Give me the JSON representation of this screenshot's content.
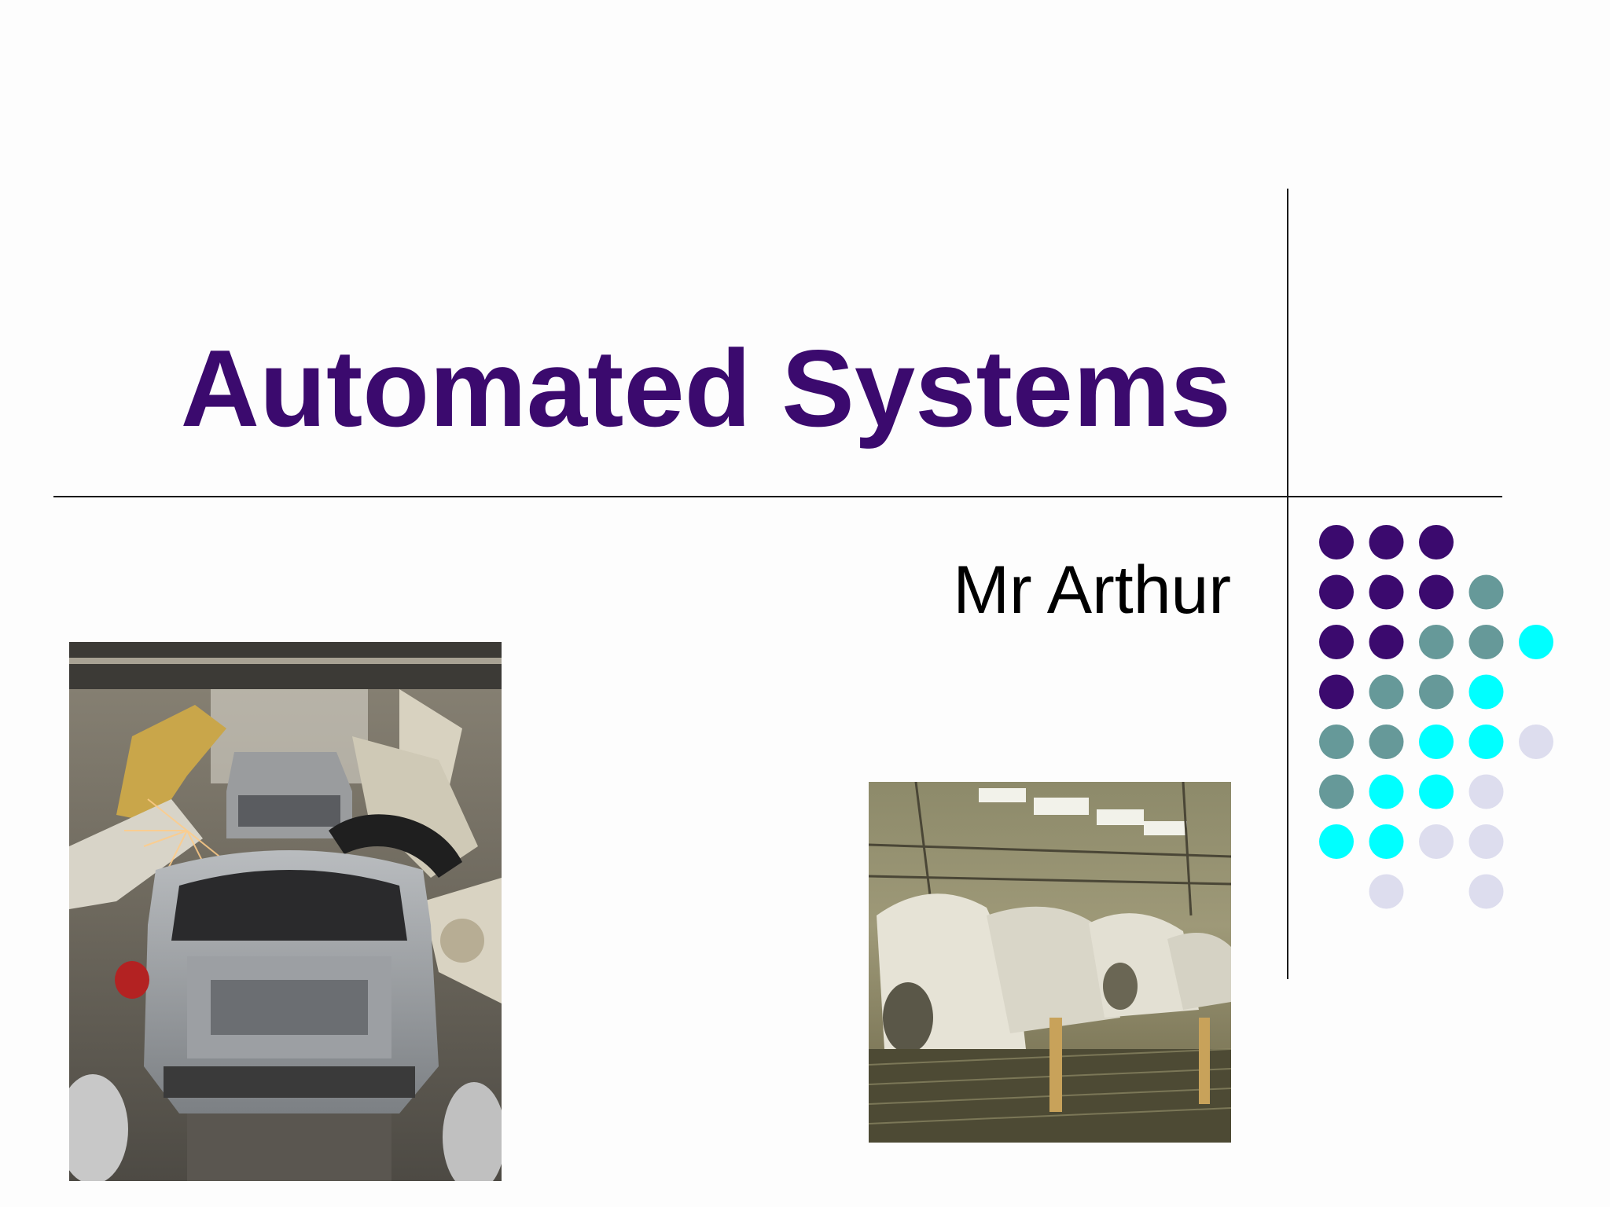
{
  "slide": {
    "title": "Automated Systems",
    "subtitle": "Mr Arthur"
  },
  "colors": {
    "title": "#3b0a6e",
    "dot_purple": "#3b0a6e",
    "dot_teal": "#669999",
    "dot_cyan": "#00ffff",
    "dot_lavender": "#ddddee"
  },
  "dot_grid": [
    [
      "purple",
      "purple",
      "purple",
      "",
      ""
    ],
    [
      "purple",
      "purple",
      "purple",
      "teal",
      ""
    ],
    [
      "purple",
      "purple",
      "teal",
      "teal",
      "cyan"
    ],
    [
      "purple",
      "teal",
      "teal",
      "cyan",
      ""
    ],
    [
      "teal",
      "teal",
      "cyan",
      "cyan",
      "lavender"
    ],
    [
      "teal",
      "cyan",
      "cyan",
      "lavender",
      ""
    ],
    [
      "cyan",
      "cyan",
      "lavender",
      "lavender",
      ""
    ],
    [
      "",
      "lavender",
      "",
      "lavender",
      ""
    ]
  ],
  "images": {
    "photo_left": "car-assembly-robots-photo",
    "photo_right": "car-body-production-line-photo"
  }
}
